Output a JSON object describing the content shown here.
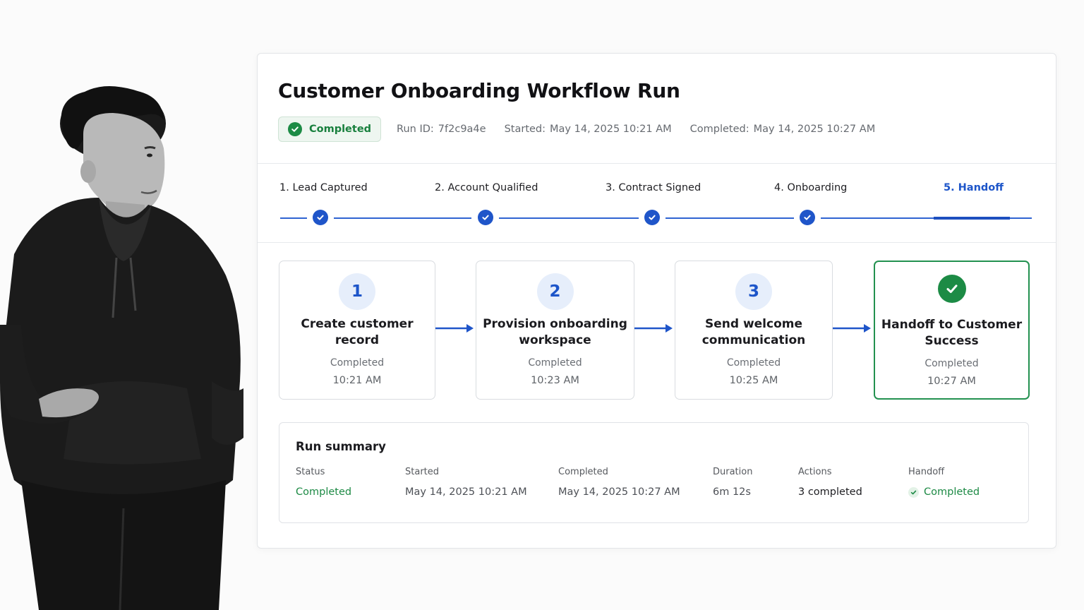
{
  "workflow": {
    "title": "Customer Onboarding Workflow Run",
    "status": "Completed",
    "run_id_label": "Run ID:",
    "run_id": "7f2c9a4e",
    "started_label": "Started:",
    "started": "May 14, 2025 10:21 AM",
    "completed_label": "Completed:",
    "completed": "May 14, 2025 10:27 AM"
  },
  "stages": [
    {
      "label": "1. Lead Captured",
      "done": true
    },
    {
      "label": "2. Account Qualified",
      "done": true
    },
    {
      "label": "3. Contract Signed",
      "done": true
    },
    {
      "label": "4. Onboarding",
      "done": true
    },
    {
      "label": "5. Handoff",
      "active": true
    }
  ],
  "tasks": [
    {
      "number": "1",
      "title": "Create customer record",
      "status": "Completed",
      "time": "10:21 AM"
    },
    {
      "number": "2",
      "title": "Provision onboarding workspace",
      "status": "Completed",
      "time": "10:23 AM"
    },
    {
      "number": "3",
      "title": "Send welcome communication",
      "status": "Completed",
      "time": "10:25 AM"
    },
    {
      "number": "",
      "title": "Handoff to Customer Success",
      "status": "Completed",
      "time": "10:27 AM"
    }
  ],
  "summary": {
    "title": "Run summary",
    "columns": [
      {
        "header": "Status",
        "value": "Completed"
      },
      {
        "header": "Started",
        "value": "May 14, 2025  10:21 AM"
      },
      {
        "header": "Completed",
        "value": "May 14, 2025  10:27 AM"
      },
      {
        "header": "Duration",
        "value": "6m 12s"
      },
      {
        "header": "Actions",
        "value": "3 completed"
      },
      {
        "header": "Handoff",
        "value": "Completed"
      }
    ]
  },
  "icons": {
    "status": "check-circle-icon",
    "stage": "check-icon",
    "connector": "arrow-right-icon"
  },
  "colors": {
    "accent_blue": "#1f55c9",
    "success_green": "#1c8b45"
  }
}
